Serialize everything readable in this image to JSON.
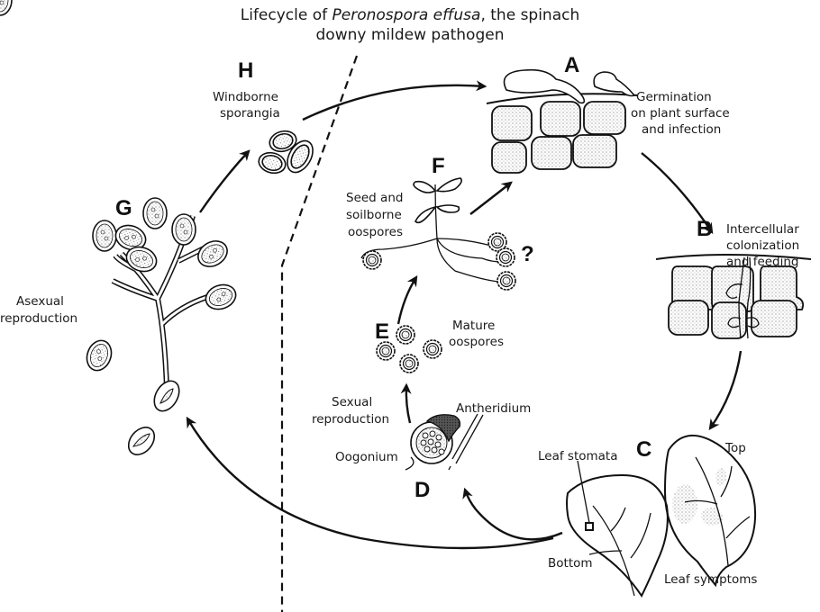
{
  "title": {
    "line1_prefix": "Lifecycle of ",
    "line1_italic": "Peronospora effusa",
    "line1_suffix": ", the spinach",
    "line2": "downy mildew pathogen"
  },
  "stages": {
    "A": {
      "letter": "A",
      "lines": [
        "Germination",
        "on plant surface",
        "and infection"
      ]
    },
    "B": {
      "letter": "B",
      "lines": [
        "Intercellular",
        "colonization",
        "and feeding"
      ]
    },
    "C": {
      "letter": "C",
      "top": "Top",
      "bottom": "Bottom",
      "stomata": "Leaf stomata",
      "symptoms": "Leaf symptoms"
    },
    "D": {
      "letter": "D",
      "antheridium": "Antheridium",
      "oogonium": "Oogonium",
      "sexual": [
        "Sexual",
        "reproduction"
      ]
    },
    "E": {
      "letter": "E",
      "lines": [
        "Mature",
        "oospores"
      ]
    },
    "F": {
      "letter": "F",
      "lines": [
        "Seed and",
        "soilborne",
        "oospores"
      ],
      "question": "?"
    },
    "G": {
      "letter": "G",
      "asexual": [
        "Asexual",
        "reproduction"
      ]
    },
    "H": {
      "letter": "H",
      "lines": [
        "Windborne",
        "sporangia"
      ]
    }
  }
}
